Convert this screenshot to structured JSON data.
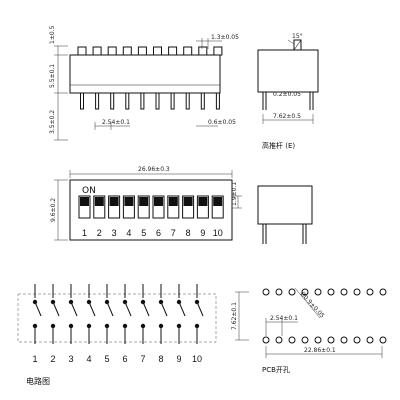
{
  "top_view": {
    "dim_height_top": "1±0.5",
    "dim_body_height": "5.5±0.1",
    "dim_lead_length": "3.5±0.2",
    "dim_pitch": "2.54±0.1",
    "dim_lead_width": "0.6±0.05",
    "dim_actuator_width": "1.3±0.05"
  },
  "side_view": {
    "dim_angle": "15°",
    "dim_lead_thickness": "0.2±0.05",
    "dim_width": "7.62±0.5",
    "caption": "高推杆 (E)"
  },
  "front_view": {
    "on_label": "ON",
    "dim_length": "26.96±0.3",
    "dim_height": "9.6±0.2",
    "dim_actuator_height": "1.9±0.1",
    "switch_numbers": [
      "1",
      "2",
      "3",
      "4",
      "5",
      "6",
      "7",
      "8",
      "9",
      "10"
    ]
  },
  "circuit": {
    "caption": "电路图",
    "numbers": [
      "1",
      "2",
      "3",
      "4",
      "5",
      "6",
      "7",
      "8",
      "9",
      "10"
    ]
  },
  "pcb": {
    "caption": "PCB开孔",
    "dim_row_spacing": "7.62±0.1",
    "dim_pitch": "2.54±0.1",
    "dim_hole": "Ø0.9±0.05",
    "dim_total": "22.86±0.1"
  }
}
